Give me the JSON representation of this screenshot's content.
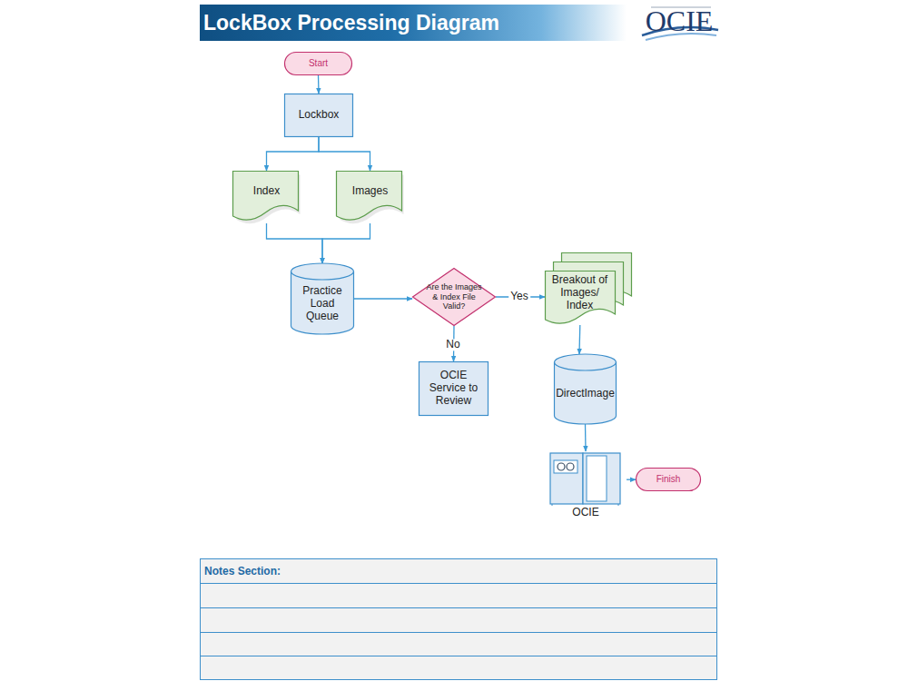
{
  "diagram": {
    "title": "LockBox Processing Diagram",
    "nodes": [
      {
        "text": [
          "Start"
        ]
      },
      {
        "text": [
          "Lockbox"
        ]
      },
      {
        "text": [
          "Index"
        ]
      },
      {
        "text": [
          "Images"
        ]
      },
      {
        "text": [
          "Practice Load Queue"
        ]
      },
      {
        "text": [
          "Are the Images & Index File Valid?"
        ]
      },
      {
        "text": [
          "Breakout of Images/ Index"
        ]
      },
      {
        "text": [
          "OCIE Service to Review"
        ]
      },
      {
        "text": [
          "DirectImage"
        ]
      },
      {
        "text": [
          "OCIE"
        ]
      },
      {
        "text": [
          "Finish"
        ]
      }
    ],
    "edges": [
      {
        "from": 0,
        "to": 1,
        "arrow": "to"
      },
      {
        "from": 1,
        "to": 2,
        "arrow": "to"
      },
      {
        "from": 1,
        "to": 3,
        "arrow": "to"
      },
      {
        "from": 2,
        "to": 4,
        "arrow": "to"
      },
      {
        "from": 3,
        "to": 4,
        "arrow": "to"
      },
      {
        "from": 4,
        "to": 5,
        "arrow": "to"
      },
      {
        "from": 5,
        "to": 6,
        "label": "Yes",
        "arrow": "to"
      },
      {
        "from": 5,
        "to": 7,
        "label": "No",
        "arrow": "to"
      },
      {
        "from": 6,
        "to": 8,
        "arrow": "to"
      },
      {
        "from": 8,
        "to": 9,
        "arrow": "to"
      },
      {
        "from": 9,
        "to": 10,
        "arrow": "to"
      }
    ],
    "labels": [
      "OCIE",
      "Notes Section:"
    ]
  }
}
